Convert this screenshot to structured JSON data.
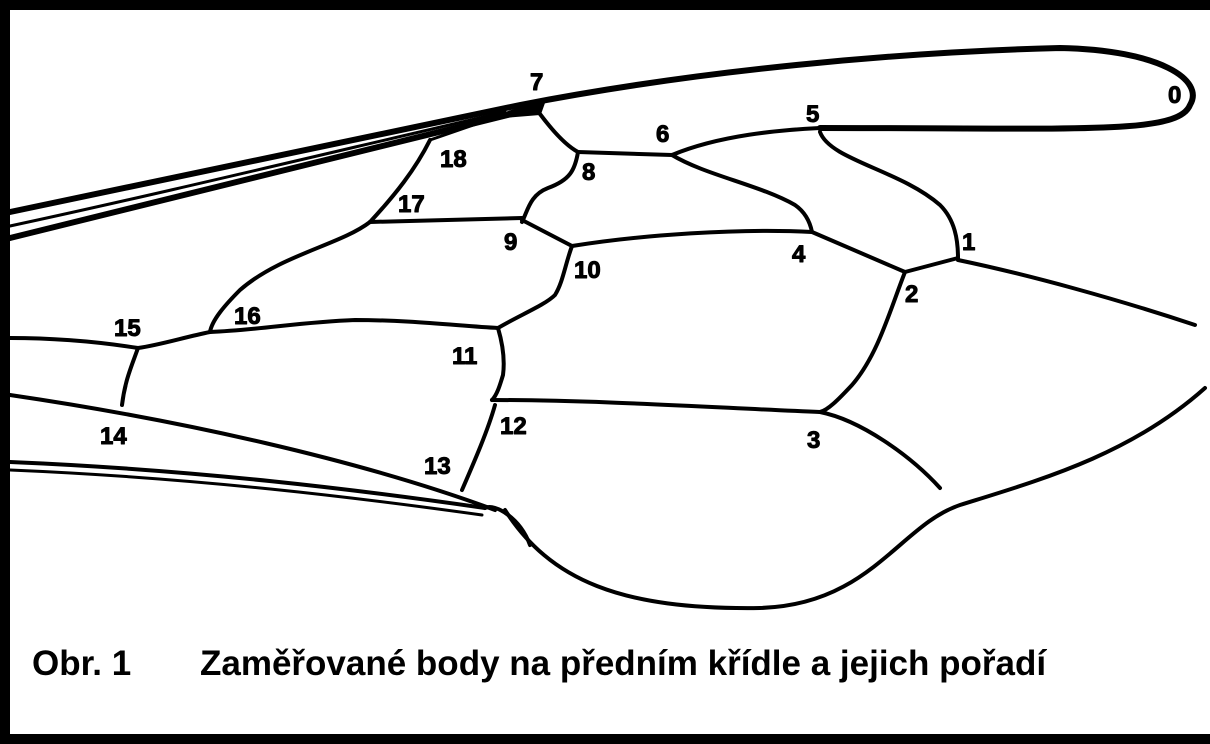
{
  "figure": {
    "caption_number": "Obr. 1",
    "caption_text": "Zaměřované body na předním křídle a jejich pořadí"
  },
  "landmarks": [
    "0",
    "1",
    "2",
    "3",
    "4",
    "5",
    "6",
    "7",
    "8",
    "9",
    "10",
    "11",
    "12",
    "13",
    "14",
    "15",
    "16",
    "17",
    "18"
  ],
  "colors": {
    "line": "#000000",
    "background": "#ffffff"
  }
}
